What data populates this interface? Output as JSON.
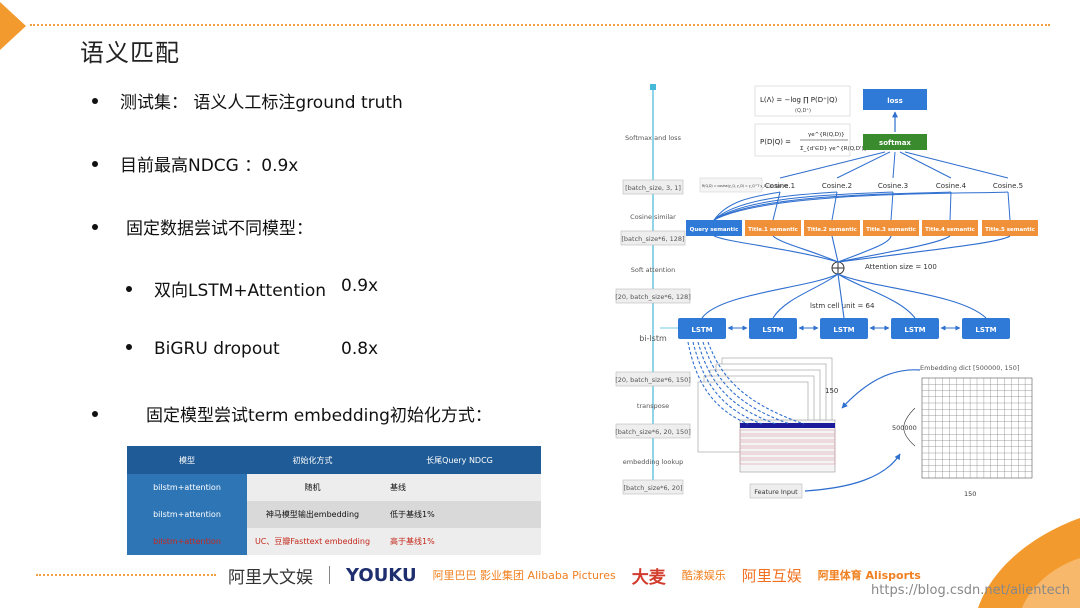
{
  "slide": {
    "title": "语义匹配"
  },
  "bullets": [
    {
      "text": "测试集： 语义人工标注ground truth",
      "value": ""
    },
    {
      "text": "目前最高NDCG  ：0.9x",
      "value": ""
    },
    {
      "text": "固定数据尝试不同模型：",
      "value": ""
    },
    {
      "text": "双向LSTM+Attention",
      "value": "0.9x"
    },
    {
      "text": "BiGRU dropout",
      "value": "0.8x"
    },
    {
      "text": "固定模型尝试term embedding初始化方式：",
      "value": ""
    }
  ],
  "table": {
    "headers": [
      "模型",
      "初始化方式",
      "长尾Query NDCG"
    ],
    "rows": [
      [
        "bilstm+attention",
        "随机",
        "基线"
      ],
      [
        "bilstm+attention",
        "神马模型输出embedding",
        "低于基线1%"
      ],
      [
        "bilstm+attention",
        "UC、豆瓣Fasttext embedding",
        "高于基线1%"
      ]
    ]
  },
  "diagram": {
    "left_stack": [
      "Softmax and loss",
      "[batch_size, 3, 1]",
      "Cosine similar",
      "[batch_size*6, 128]",
      "Soft attention",
      "[20, batch_size*6, 128]",
      "bi-lstm",
      "[20, batch_size*6, 150]",
      "transpose",
      "[batch_size*6, 20, 150]",
      "embedding lookup",
      "[batch_size*6, 20]"
    ],
    "loss_formula": "L(Λ) = −log ∏ P(D⁺|Q)",
    "loss_formula_sub": "(Q,D⁺)",
    "softmax_formula_num": "γe^{R(Q,D)}",
    "softmax_formula_lhs": "P(D|Q) =",
    "softmax_formula_den": "Σ_{d'∈D} γe^{R(Q,D')}",
    "cosine_formula": "R(Q,D) = cosine(y_Q, y_D) = y_Q^T y_D / ‖y_Q‖‖y_D‖",
    "loss_label": "loss",
    "softmax_label": "softmax",
    "cosines": [
      "Cosine.1",
      "Cosine.2",
      "Cosine.3",
      "Cosine.4",
      "Cosine.5"
    ],
    "semantics": [
      "Query semantic",
      "Title.1 semantic",
      "Title.2 semantic",
      "Title.3 semantic",
      "Title.4 semantic",
      "Title.5 semantic"
    ],
    "attention_size": "Attention size = 100",
    "lstm_cell": "lstm cell unit = 64",
    "lstm_label": "LSTM",
    "embedding_dict": "Embedding dict [500000, 150]",
    "dim_150_side": "150",
    "dim_500000": "500000",
    "dim_150_bottom": "150",
    "feature_input": "Feature Input",
    "colors": {
      "blue": "#2f7ad6",
      "orange": "#f0913a",
      "green": "#3a8a2e",
      "navy": "#1f5b96"
    }
  },
  "logos": [
    "阿里大文娱",
    "YOUKU",
    "阿里巴巴 影业集团 Alibaba Pictures",
    "大麦",
    "酷漾娱乐",
    "阿里互娱",
    "阿里体育 Alisports"
  ],
  "watermark": "https://blog.csdn.net/alientech"
}
